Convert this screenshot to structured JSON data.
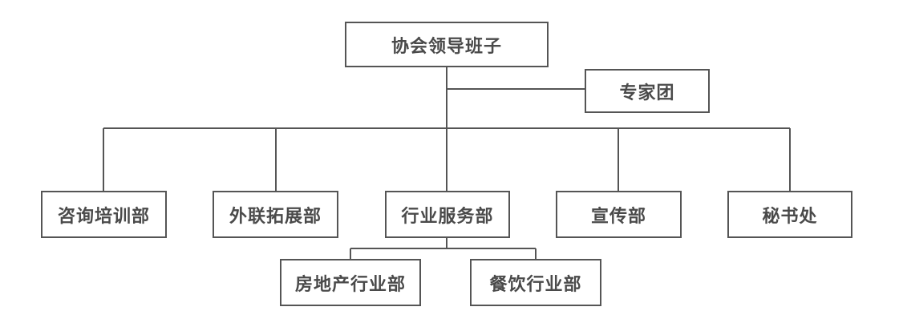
{
  "org_chart": {
    "top": {
      "label": "协会领导班子"
    },
    "advisory": {
      "label": "专家团"
    },
    "departments": [
      {
        "label": "咨询培训部"
      },
      {
        "label": "外联拓展部"
      },
      {
        "label": "行业服务部"
      },
      {
        "label": "宣传部"
      },
      {
        "label": "秘书处"
      }
    ],
    "sub_departments": [
      {
        "label": "房地产行业部"
      },
      {
        "label": "餐饮行业部"
      }
    ]
  },
  "colors": {
    "line": "#555555",
    "text": "#4a4a4a",
    "background": "#ffffff"
  }
}
